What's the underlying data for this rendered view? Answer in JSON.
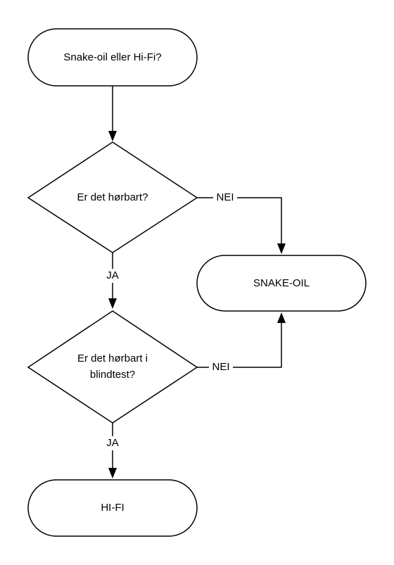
{
  "flowchart": {
    "start": {
      "label": "Snake-oil eller Hi-Fi?"
    },
    "decision_1": {
      "label": "Er det hørbart?"
    },
    "decision_2": {
      "label_line_1": "Er det hørbart i",
      "label_line_2": "blindtest?"
    },
    "result_snake_oil": {
      "label": "SNAKE-OIL"
    },
    "result_hifi": {
      "label": "HI-FI"
    },
    "edges": {
      "decision_1_yes": "JA",
      "decision_1_no": "NEI",
      "decision_2_yes": "JA",
      "decision_2_no": "NEI"
    }
  }
}
